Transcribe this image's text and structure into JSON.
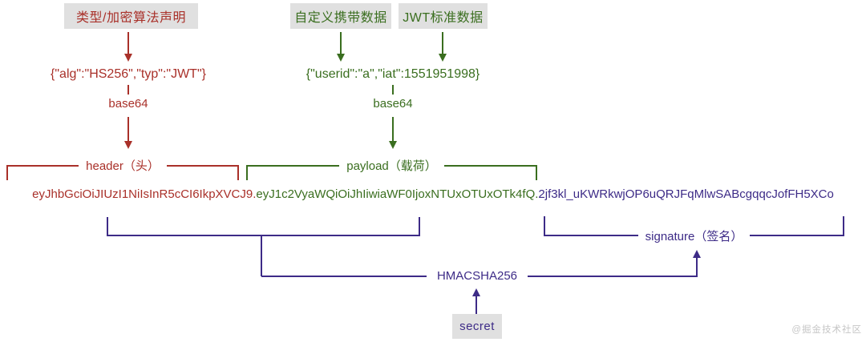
{
  "colors": {
    "red": "#a93029",
    "green": "#3a6e1f",
    "purple": "#3d2b87",
    "label-bg": "#e0e0e0",
    "watermark": "#c6c6c6"
  },
  "top_labels": {
    "type_alg": "类型/加密算法声明",
    "custom_data": "自定义携带数据",
    "jwt_standard": "JWT标准数据"
  },
  "json_text": {
    "header": "{\"alg\":\"HS256\",\"typ\":\"JWT\"}",
    "payload": "{\"userid\":\"a\",\"iat\":1551951998}"
  },
  "base64_label": "base64",
  "brackets": {
    "header": "header（头）",
    "payload": "payload（载荷）",
    "signature": "signature（签名）"
  },
  "hmac_label": "HMACSHA256",
  "secret_label": "secret",
  "token": {
    "header": "eyJhbGciOiJIUzI1NiIsInR5cCI6IkpXVCJ9",
    "dot": ".",
    "payload": "eyJ1c2VyaWQiOiJhIiwiaWF0IjoxNTUxOTUxOTk4fQ",
    "signature": "2jf3kl_uKWRkwjOP6uQRJFqMlwSABcgqqcJofFH5XCo"
  },
  "watermark": "@掘金技术社区"
}
